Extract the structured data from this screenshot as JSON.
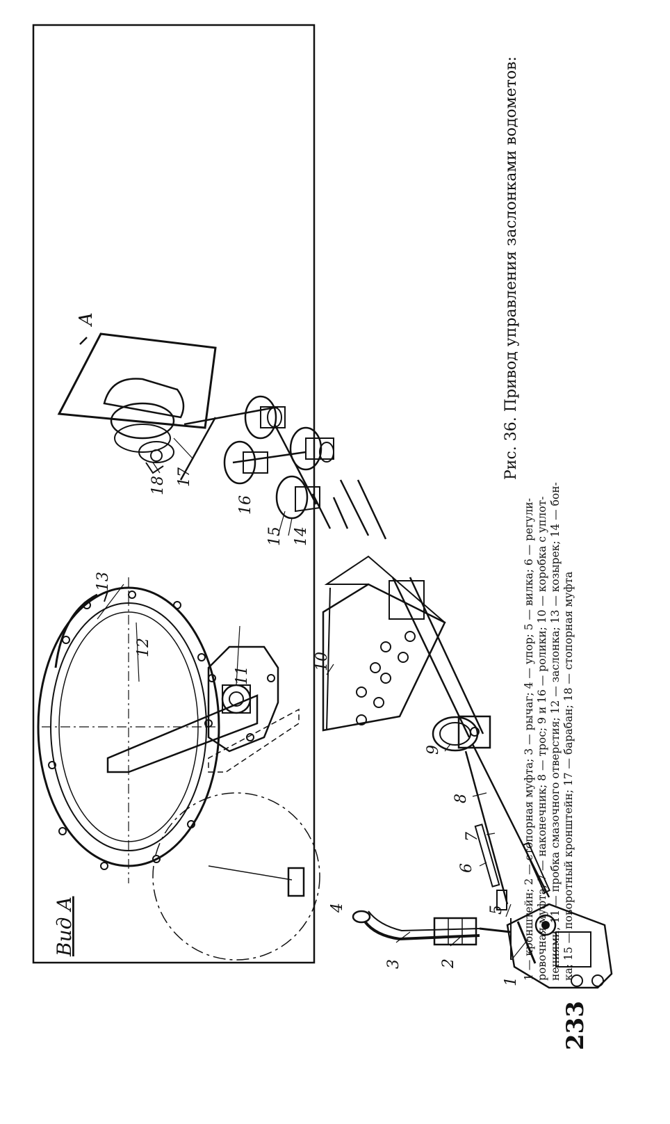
{
  "page_number": "233",
  "caption": {
    "title": "Рис. 36. Привод управления заслонками водометов:",
    "lines": [
      "1 — кронштейн; 2 — стопорная муфта; 3 — рычаг; 4 — упор; 5 — вилка; 6 — регули-",
      "ровочная муфта; 7 — наконечник; 8 — трос; 9 и 16 — ролики; 10 — коробка с уплот-",
      "нениями; 11 — пробка смазочного отверстия; 12 — заслонка; 13 — козырек; 14 — бон-",
      "ка; 15 — поворотный кронштейн; 17 — барабан; 18 — стопорная муфта"
    ]
  },
  "inset": {
    "title": "Вид А"
  },
  "labels": {
    "l1": "1",
    "l2": "2",
    "l3": "3",
    "l4": "4",
    "l5": "5",
    "l6": "6",
    "l7": "7",
    "l8": "8",
    "l9": "9",
    "l10": "10",
    "l11": "11",
    "l12": "12",
    "l13": "13",
    "l14": "14",
    "l15": "15",
    "l16": "16",
    "l17": "17",
    "l18": "18",
    "view_mark": "A"
  }
}
